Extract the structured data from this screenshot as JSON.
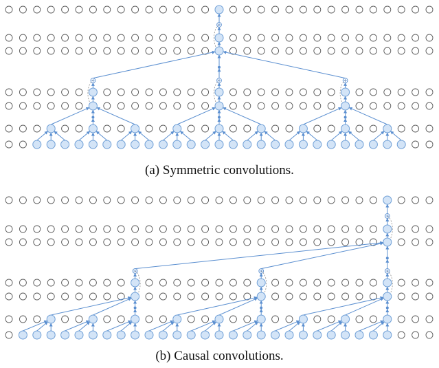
{
  "captions": {
    "a": "(a) Symmetric convolutions.",
    "b": "(b) Causal convolutions."
  },
  "colors": {
    "grid_stroke": "#5a5a5a",
    "node_fill": "#d3e4f7",
    "node_stroke": "#6f9fd6",
    "edge": "#5b8fd0",
    "skip": "#8a8a8a"
  },
  "diagrams": [
    {
      "id": "symmetric",
      "depth": 3,
      "branching": 3,
      "mode": "symmetric",
      "root_column": 15
    },
    {
      "id": "causal",
      "depth": 3,
      "branching": 3,
      "mode": "causal",
      "root_column": 27
    }
  ]
}
